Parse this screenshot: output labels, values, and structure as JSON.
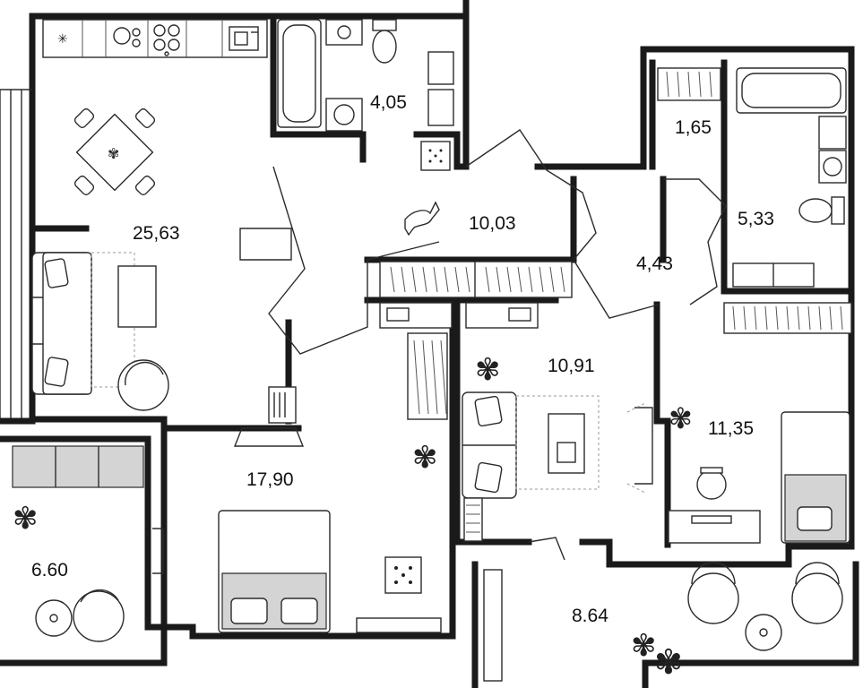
{
  "rooms": [
    {
      "id": "living",
      "area": "25,63"
    },
    {
      "id": "bath-1",
      "area": "4,05"
    },
    {
      "id": "hall",
      "area": "10,03"
    },
    {
      "id": "wc-storage",
      "area": "1,65"
    },
    {
      "id": "bath-2",
      "area": "5,33"
    },
    {
      "id": "corridor",
      "area": "4,43"
    },
    {
      "id": "study",
      "area": "10,91"
    },
    {
      "id": "bedroom-2",
      "area": "11,35"
    },
    {
      "id": "bedroom-1",
      "area": "17,90"
    },
    {
      "id": "balcony-1",
      "area": "6.60"
    },
    {
      "id": "balcony-2",
      "area": "8.64"
    }
  ],
  "colors": {
    "wall": "#1a1a1a",
    "furniture_fill": "#d4d4d4",
    "background": "#ffffff"
  },
  "icons": [
    "dog-icon",
    "plant-icon",
    "stove-icon",
    "sink-icon",
    "toilet-icon",
    "bathtub-icon",
    "washing-machine-icon",
    "laptop-icon",
    "pillow-icon",
    "armchair-icon"
  ]
}
